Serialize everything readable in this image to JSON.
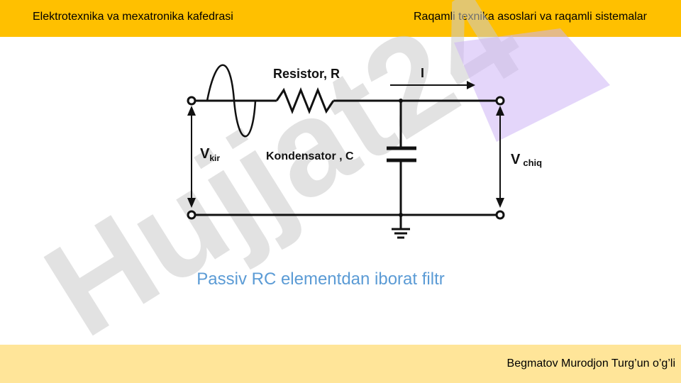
{
  "header": {
    "left_title": "Elektrotexnika va mexatronika kafedrasi",
    "right_title": "Raqamli texnika asoslari va raqamli sistemalar"
  },
  "circuit": {
    "resistor_label": "Resistor, R",
    "current_label": "I",
    "capacitor_label": "Kondensator , C",
    "vin_label": "V",
    "vin_sub": "kir",
    "vout_label": "V",
    "vout_sub": "chiq"
  },
  "caption": "Passiv RC elementdan iborat filtr",
  "watermark": "Hujjat24",
  "footer": {
    "author": "Begmatov Murodjon Turg’un o’g’li"
  },
  "colors": {
    "header_bg": "#ffc000",
    "footer_bg": "#ffe599",
    "caption": "#5b9bd5",
    "watermark": "#c8c8c8",
    "watermark_accent": "#cdb4f5"
  }
}
